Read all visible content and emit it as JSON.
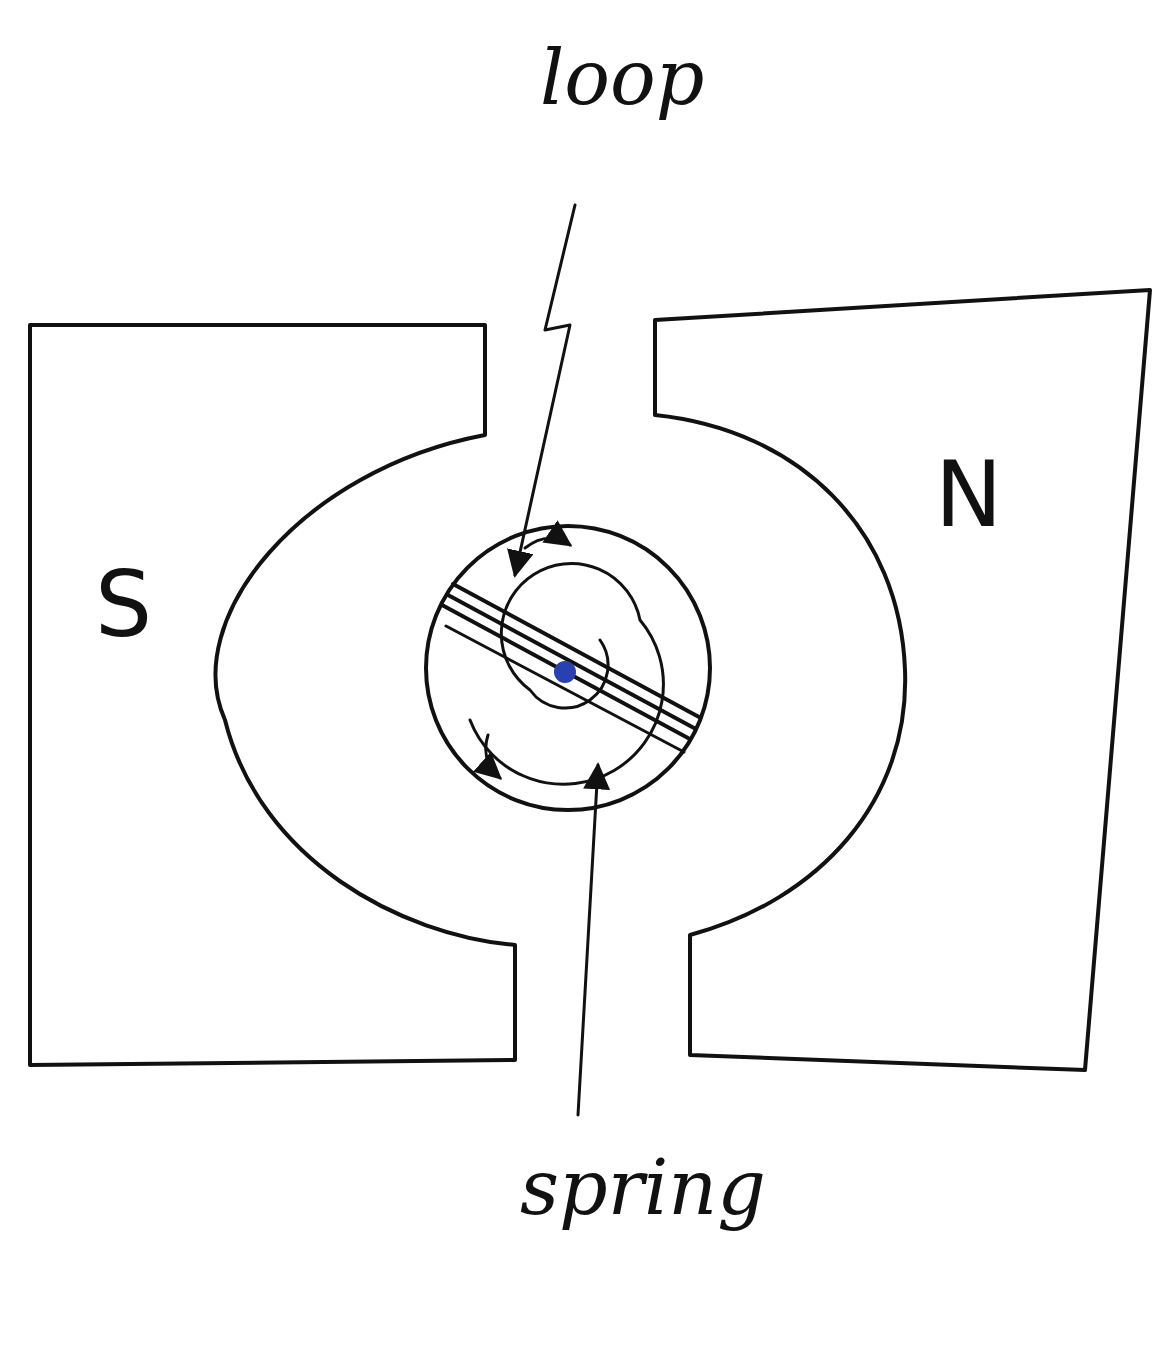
{
  "diagram": {
    "nodes": [
      {
        "text": [
          "S"
        ]
      },
      {
        "text": [
          "N"
        ]
      }
    ],
    "labels": [
      "loop",
      "spring"
    ]
  }
}
